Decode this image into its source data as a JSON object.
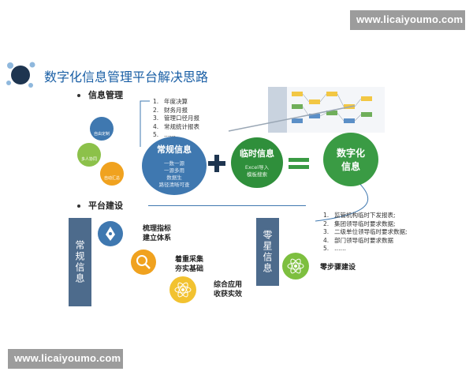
{
  "watermark": "www.licaiyoumo.com",
  "title": "数字化信息管理平台解决思路",
  "section1": "信息管理",
  "section2": "平台建设",
  "list1": [
    "年度决算",
    "财务月报",
    "管理口径月报",
    "常规统计报表",
    "……"
  ],
  "list2": [
    "监管机构临时下发报表;",
    "集团领导临时要求数据;",
    "二级单位领导临时要求数据;",
    "部门领导临时要求数据",
    "……"
  ],
  "bubbles": [
    "自由定制",
    "多人协同",
    "自动汇总"
  ],
  "routine": {
    "head": "常规信息",
    "lines": [
      "一数一源",
      "一源多用",
      "数据生",
      "路径清晰可查"
    ]
  },
  "temporary": {
    "head": "临时信息",
    "lines": [
      "Excel导入",
      "模板搜索"
    ]
  },
  "result": {
    "line1": "数字化",
    "line2": "信息"
  },
  "vbar_left": "常规信息",
  "vbar_right": "零星信息",
  "platform_items": [
    {
      "l1": "梳理指标",
      "l2": "建立体系"
    },
    {
      "l1": "着重采集",
      "l2": "夯实基础"
    },
    {
      "l1": "综合应用",
      "l2": "收获实效"
    }
  ],
  "zero_step": "零步骤建设",
  "colors": {
    "blue": "#3f78b0",
    "green": "#3a9b44",
    "orange": "#f0a21f",
    "bar": "#4d6b8c",
    "title": "#1a5fa5"
  }
}
